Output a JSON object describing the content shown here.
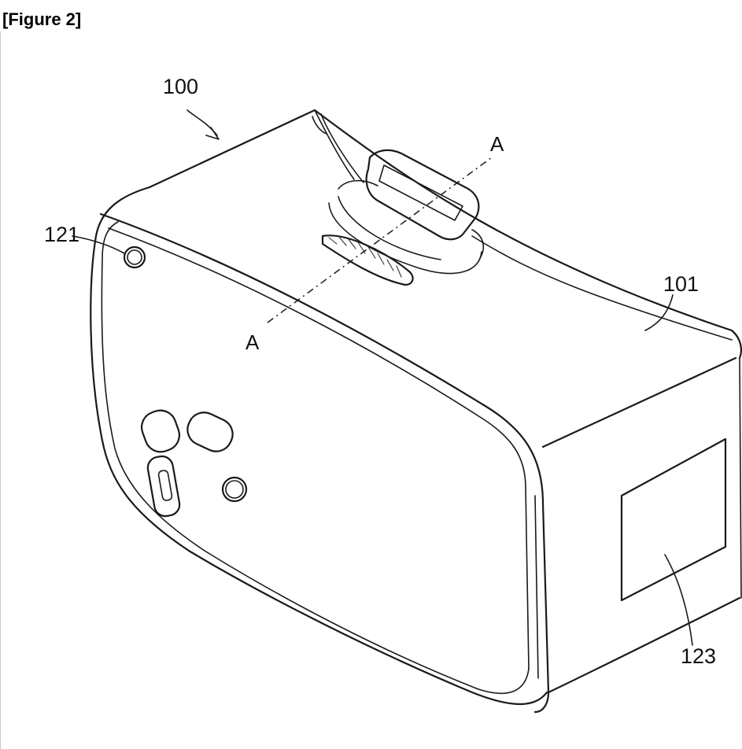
{
  "figure": {
    "caption": "[Figure 2]"
  },
  "reference_numerals": {
    "device": "100",
    "body": "101",
    "sensor_hole": "121",
    "side_panel": "123"
  },
  "section_labels": {
    "top": "A",
    "bottom": "A"
  }
}
